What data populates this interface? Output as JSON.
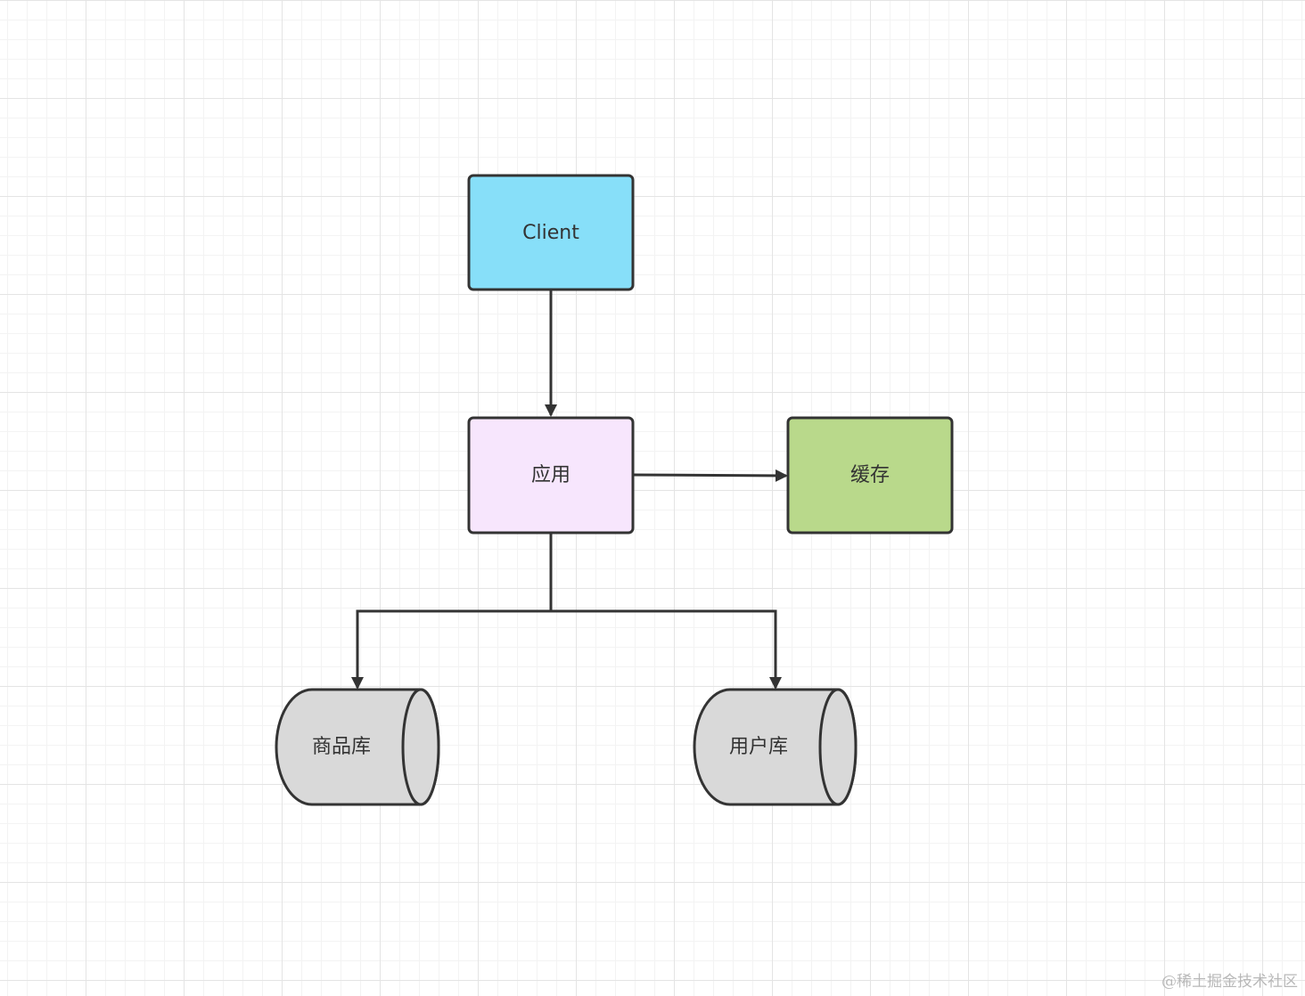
{
  "nodes": {
    "client": {
      "label": "Client",
      "fill": "#87dff9",
      "shape": "rounded-rectangle"
    },
    "app": {
      "label": "应用",
      "fill": "#f7e6fd",
      "shape": "rounded-rectangle"
    },
    "cache": {
      "label": "缓存",
      "fill": "#b9d98b",
      "shape": "rounded-rectangle"
    },
    "product_db": {
      "label": "商品库",
      "fill": "#d9d9d9",
      "shape": "cylinder"
    },
    "user_db": {
      "label": "用户库",
      "fill": "#d9d9d9",
      "shape": "cylinder"
    }
  },
  "edges": [
    {
      "from": "client",
      "to": "app"
    },
    {
      "from": "app",
      "to": "cache"
    },
    {
      "from": "app",
      "to": "product_db"
    },
    {
      "from": "app",
      "to": "user_db"
    }
  ],
  "colors": {
    "stroke": "#333333",
    "grid": "#e4e4e4"
  },
  "watermark": "@稀土掘金技术社区"
}
